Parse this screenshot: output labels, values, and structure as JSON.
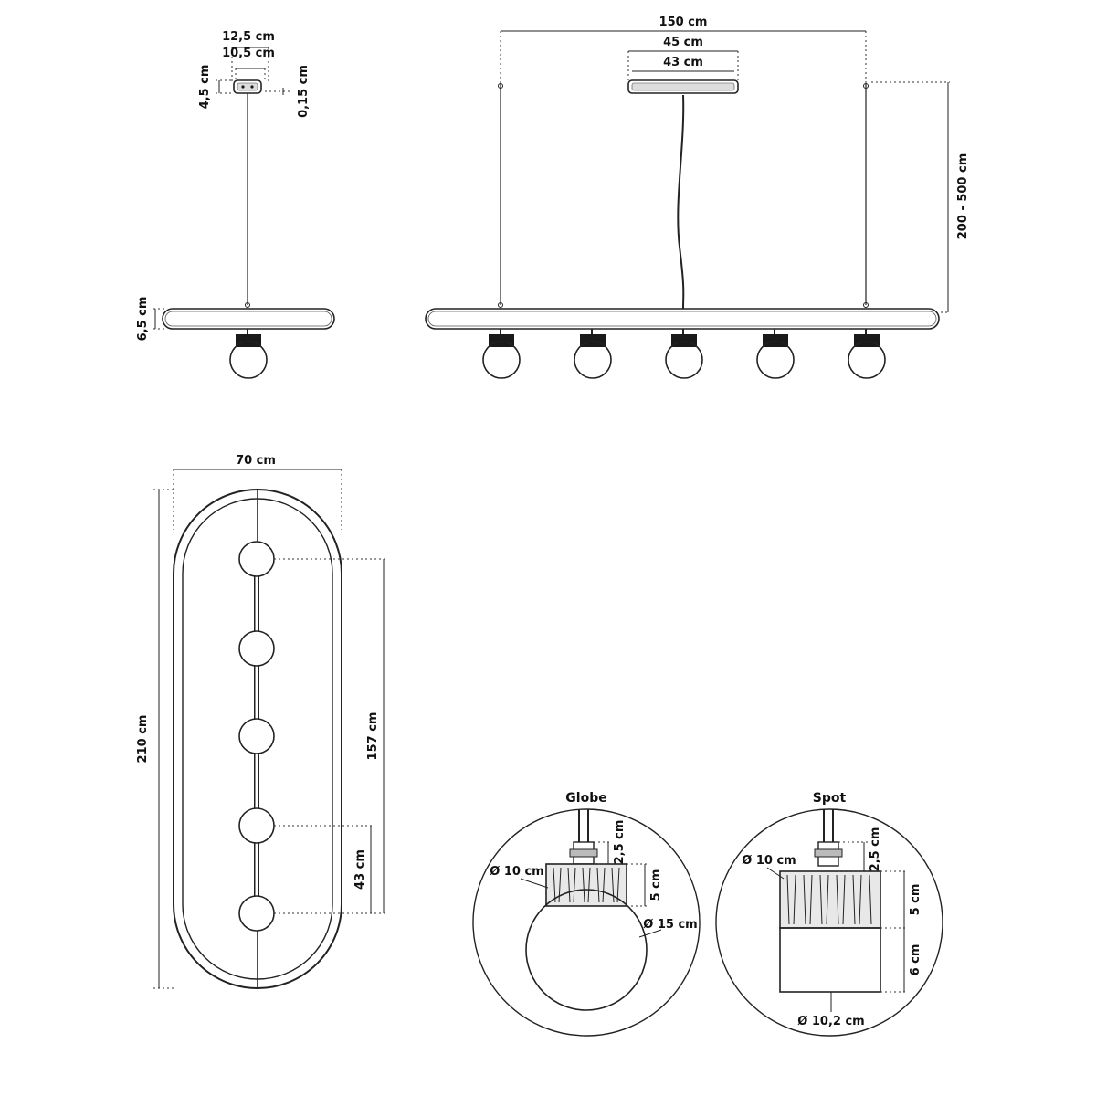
{
  "side_view": {
    "canopy_outer_width": "12,5 cm",
    "canopy_inner_width": "10,5 cm",
    "canopy_height": "4,5 cm",
    "canopy_plate": "0,15 cm",
    "bar_height": "6,5 cm"
  },
  "front_view": {
    "total_width": "150 cm",
    "canopy_outer_width": "45 cm",
    "canopy_inner_width": "43 cm",
    "suspension_height": "200 - 500 cm"
  },
  "top_view": {
    "width": "70 cm",
    "length": "210 cm",
    "lamp_span": "157 cm",
    "lamp_spacing": "43 cm"
  },
  "globe_detail": {
    "title": "Globe",
    "connector_height": "2,5 cm",
    "cap_diameter": "Ø 10 cm",
    "cap_height": "5 cm",
    "globe_diameter": "Ø 15 cm"
  },
  "spot_detail": {
    "title": "Spot",
    "connector_height": "2,5 cm",
    "cap_diameter": "Ø 10 cm",
    "cap_height": "5 cm",
    "shade_height": "6 cm",
    "shade_diameter": "Ø 10,2 cm"
  }
}
